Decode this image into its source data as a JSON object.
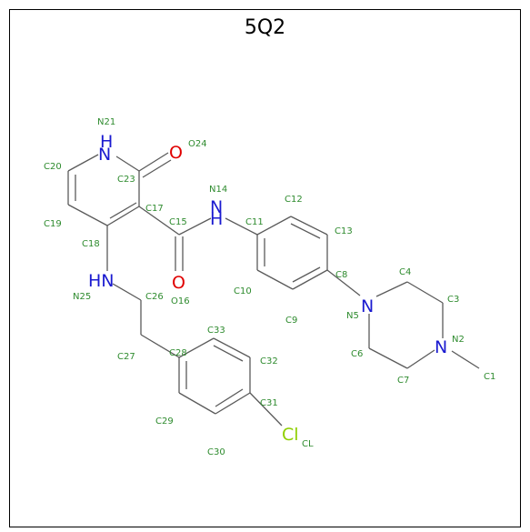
{
  "title": "5Q2",
  "colors": {
    "bond": "#5a5a5a",
    "label": "#2e8b2e",
    "N": "#1a1ad0",
    "O": "#e00000",
    "Cl": "#8fcf00"
  },
  "atom_symbols": {
    "n21": "H",
    "n21b": "N",
    "o24": "O",
    "n14": "N",
    "n14h": "H",
    "o16": "O",
    "n25": "HN",
    "n5": "N",
    "n2": "N",
    "cl": "Cl"
  },
  "labels": {
    "n21": "N21",
    "o24": "O24",
    "c20": "C20",
    "c23": "C23",
    "n14": "N14",
    "c12": "C12",
    "c17": "C17",
    "c15": "C15",
    "c11": "C11",
    "c13": "C13",
    "c19": "C19",
    "c18": "C18",
    "c4": "C4",
    "c8": "C8",
    "c3": "C3",
    "n25": "N25",
    "c26": "C26",
    "o16": "O16",
    "c10": "C10",
    "n5": "N5",
    "c9": "C9",
    "n2": "N2",
    "c33": "C33",
    "c6": "C6",
    "c28": "C28",
    "c27": "C27",
    "c32": "C32",
    "c7": "C7",
    "c1": "C1",
    "c29": "C29",
    "c31": "C31",
    "c30": "C30",
    "cl": "CL"
  }
}
